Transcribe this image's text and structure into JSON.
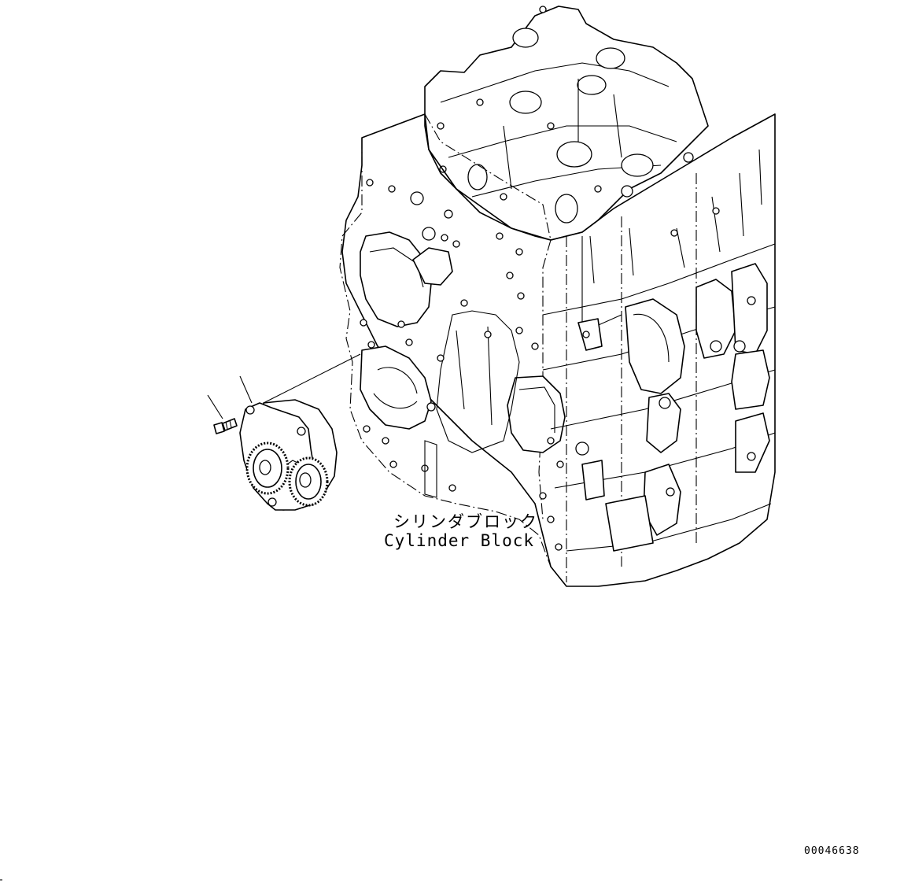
{
  "labels": {
    "part_name_jp": "シリンダブロック",
    "part_name_en": "Cylinder Block"
  },
  "footer": {
    "drawing_number": "00046638"
  },
  "colors": {
    "line": "#000000",
    "background": "#ffffff"
  },
  "icons": {
    "bolt": "bolt-icon",
    "oil-pump": "oil-pump-icon"
  }
}
